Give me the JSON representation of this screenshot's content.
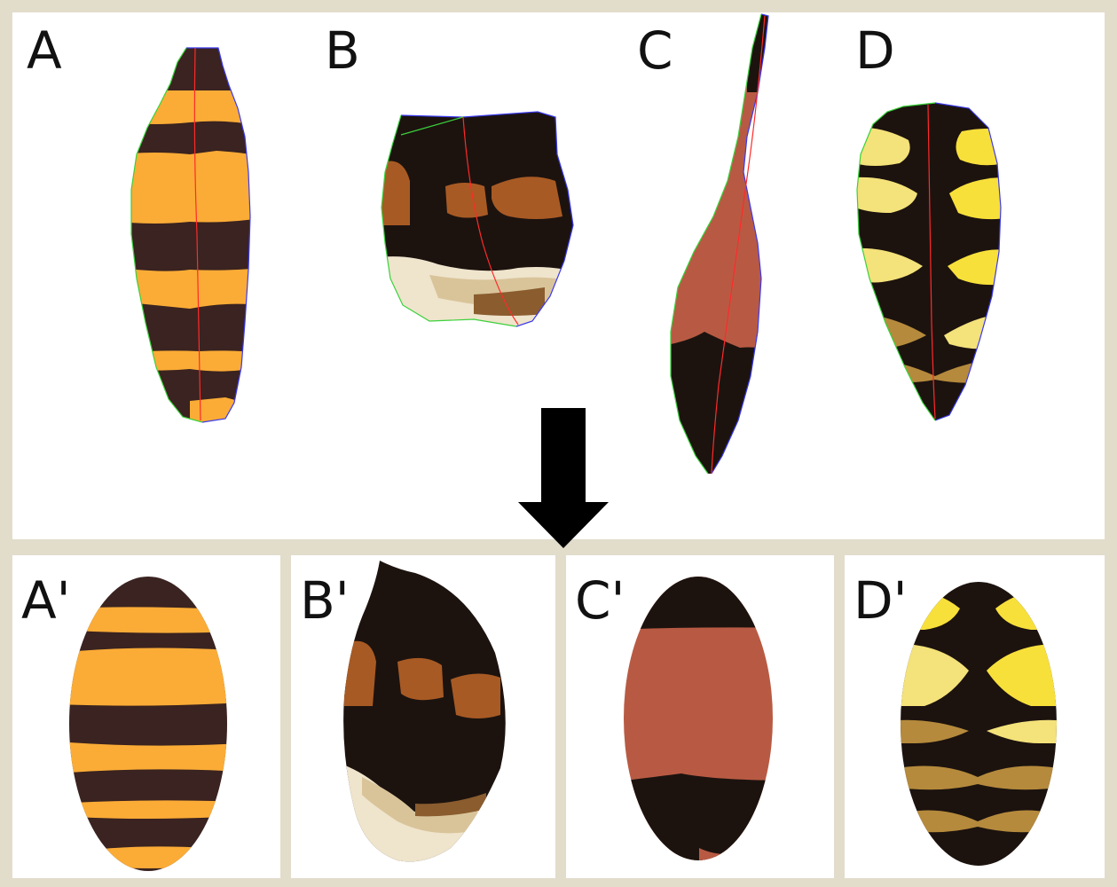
{
  "labels": {
    "a": "A",
    "b": "B",
    "c": "C",
    "d": "D",
    "a_prime": "A'",
    "b_prime": "B'",
    "c_prime": "C'",
    "d_prime": "D'"
  },
  "colors": {
    "dark_brown": "#3a2320",
    "black_brown": "#1c130f",
    "orange": "#fbac36",
    "yellow": "#f8e03a",
    "pale_yellow": "#f4e27a",
    "tan": "#b58a3c",
    "rust": "#b85a43",
    "chestnut": "#a85a24",
    "cream": "#efe4cc",
    "beige": "#d9c49a",
    "frame": "#e2dccb",
    "arrow": "#000000",
    "midline": "#ff2a2a",
    "outline_green": "#3bd13b",
    "outline_blue": "#3a3af0"
  }
}
